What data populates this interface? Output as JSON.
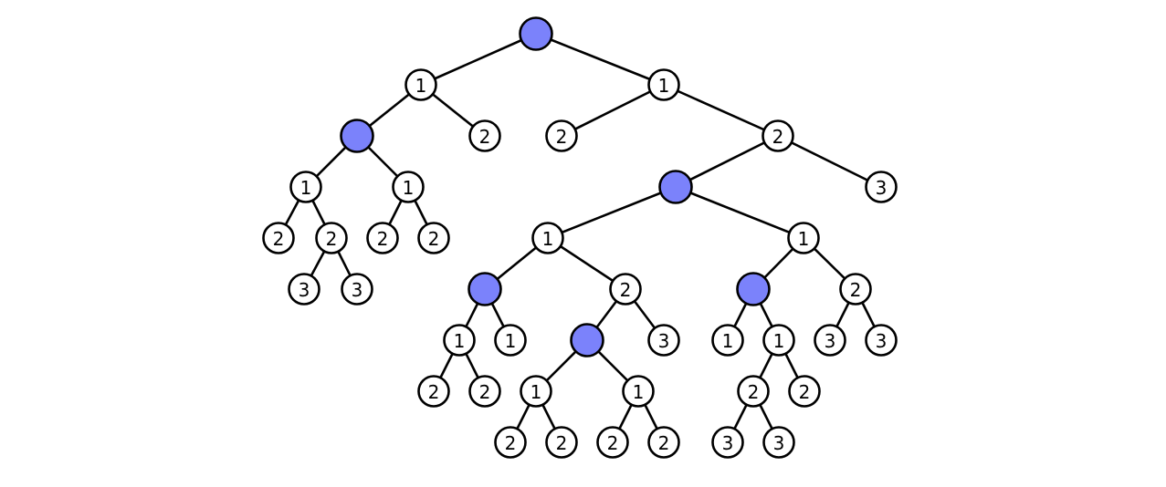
{
  "colors": {
    "marked": "#7b82fb",
    "plain": "#ffffff",
    "stroke": "#000000"
  },
  "nodes": [
    {
      "id": "n0",
      "label": "",
      "marked": true,
      "parent": null
    },
    {
      "id": "n1",
      "label": "1",
      "parent": "n0"
    },
    {
      "id": "n2",
      "label": "1",
      "parent": "n0"
    },
    {
      "id": "n3",
      "label": "",
      "marked": true,
      "parent": "n1"
    },
    {
      "id": "n4",
      "label": "2",
      "parent": "n1"
    },
    {
      "id": "n5",
      "label": "2",
      "parent": "n2"
    },
    {
      "id": "n6",
      "label": "2",
      "parent": "n2"
    },
    {
      "id": "n7",
      "label": "1",
      "parent": "n3"
    },
    {
      "id": "n8",
      "label": "1",
      "parent": "n3"
    },
    {
      "id": "n9",
      "label": "2",
      "parent": "n7"
    },
    {
      "id": "n10",
      "label": "2",
      "parent": "n7"
    },
    {
      "id": "n11",
      "label": "3",
      "parent": "n10"
    },
    {
      "id": "n12",
      "label": "3",
      "parent": "n10"
    },
    {
      "id": "n13",
      "label": "2",
      "parent": "n8"
    },
    {
      "id": "n14",
      "label": "2",
      "parent": "n8"
    },
    {
      "id": "n15",
      "label": "",
      "marked": true,
      "parent": "n6"
    },
    {
      "id": "n16",
      "label": "3",
      "parent": "n6"
    },
    {
      "id": "n17",
      "label": "1",
      "parent": "n15"
    },
    {
      "id": "n18",
      "label": "1",
      "parent": "n15"
    },
    {
      "id": "n19",
      "label": "",
      "marked": true,
      "parent": "n17"
    },
    {
      "id": "n20",
      "label": "2",
      "parent": "n17"
    },
    {
      "id": "n21",
      "label": "1",
      "parent": "n19"
    },
    {
      "id": "n22",
      "label": "1",
      "parent": "n19"
    },
    {
      "id": "n23",
      "label": "2",
      "parent": "n21"
    },
    {
      "id": "n24",
      "label": "2",
      "parent": "n21"
    },
    {
      "id": "n25",
      "label": "",
      "marked": true,
      "parent": "n20"
    },
    {
      "id": "n26",
      "label": "3",
      "parent": "n20"
    },
    {
      "id": "n27",
      "label": "1",
      "parent": "n25"
    },
    {
      "id": "n28",
      "label": "1",
      "parent": "n25"
    },
    {
      "id": "n29",
      "label": "2",
      "parent": "n27"
    },
    {
      "id": "n30",
      "label": "2",
      "parent": "n27"
    },
    {
      "id": "n31",
      "label": "2",
      "parent": "n28"
    },
    {
      "id": "n32",
      "label": "2",
      "parent": "n28"
    },
    {
      "id": "n33",
      "label": "",
      "marked": true,
      "parent": "n18"
    },
    {
      "id": "n34",
      "label": "2",
      "parent": "n18"
    },
    {
      "id": "n35",
      "label": "1",
      "parent": "n33"
    },
    {
      "id": "n36",
      "label": "1",
      "parent": "n33"
    },
    {
      "id": "n37",
      "label": "2",
      "parent": "n36"
    },
    {
      "id": "n38",
      "label": "2",
      "parent": "n36"
    },
    {
      "id": "n39",
      "label": "3",
      "parent": "n37"
    },
    {
      "id": "n40",
      "label": "3",
      "parent": "n37"
    },
    {
      "id": "n41",
      "label": "3",
      "parent": "n34"
    },
    {
      "id": "n42",
      "label": "3",
      "parent": "n34"
    }
  ]
}
